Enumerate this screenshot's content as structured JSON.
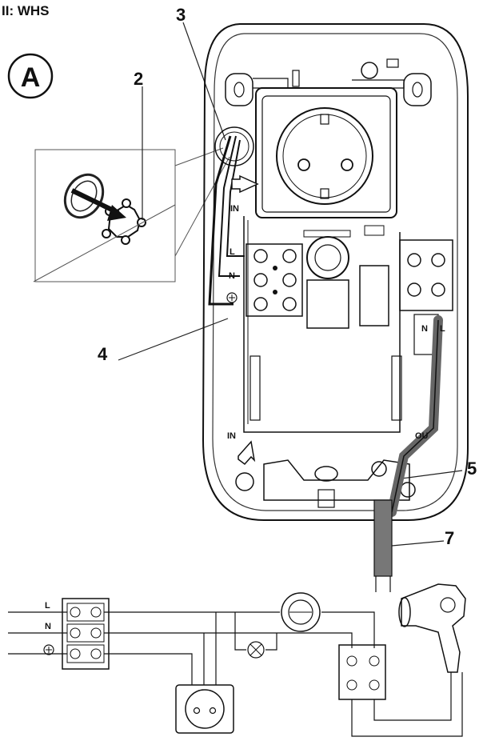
{
  "title": "II: WHS",
  "circle_marker": "A",
  "callouts": {
    "n2": "2",
    "n3": "3",
    "n4": "4",
    "n5": "5",
    "n7": "7"
  },
  "device": {
    "in_top": "IN",
    "in_bottom": "IN",
    "out": "OU",
    "term_L": "L",
    "term_N": "N",
    "right_N": "N",
    "right_L": "L"
  },
  "schematic": {
    "L": "L",
    "N": "N"
  },
  "icons": [
    "earth-symbol-icon",
    "hair-dryer-icon",
    "socket-icon",
    "lamp-icon",
    "thermostat-icon"
  ]
}
